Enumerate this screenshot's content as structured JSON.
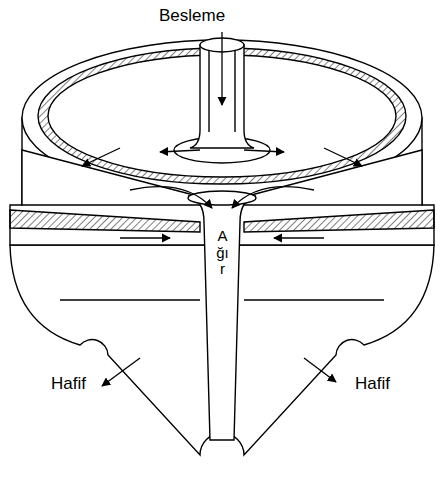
{
  "diagram": {
    "labels": [
      "Besleme",
      "Ağır",
      "Hafif",
      "Hafif"
    ]
  }
}
